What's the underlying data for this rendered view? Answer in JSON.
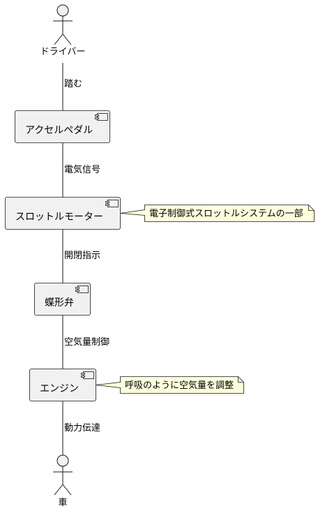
{
  "actors": {
    "driver": "ドライバー",
    "car": "車"
  },
  "components": {
    "pedal": "アクセルペダル",
    "motor": "スロットルモーター",
    "valve": "蝶形弁",
    "engine": "エンジン"
  },
  "edges": {
    "step": "踏む",
    "signal": "電気信号",
    "command": "開閉指示",
    "air_control": "空気量制御",
    "power": "動力伝達"
  },
  "notes": {
    "motor_note": "電子制御式スロットルシステムの一部",
    "engine_note": "呼吸のように空気量を調整"
  },
  "colors": {
    "component_fill": "#F1F1F1",
    "component_border": "#181818",
    "note_fill": "#FEFFDD",
    "line": "#181818"
  }
}
